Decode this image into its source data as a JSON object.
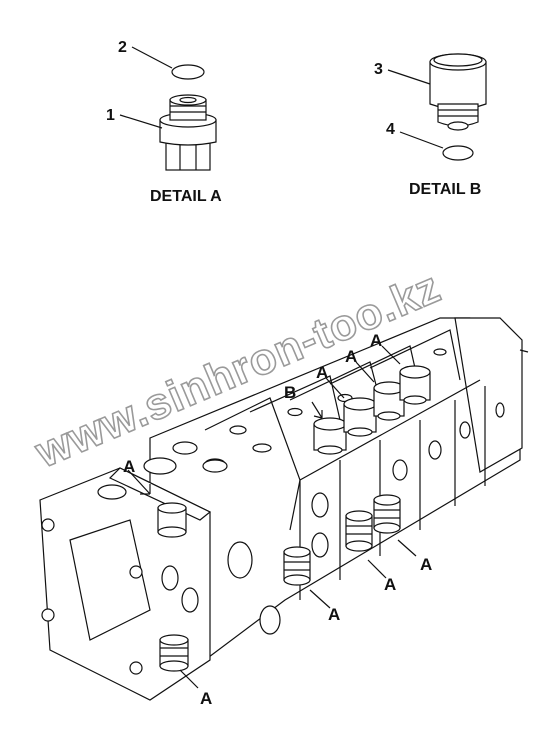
{
  "diagram": {
    "part_numbers": [
      "1",
      "2",
      "3",
      "4"
    ],
    "detail_titles": [
      "DETAIL A",
      "DETAIL B"
    ],
    "callout_a": "A",
    "callout_b": "B",
    "watermark": "www.sinhron-too.kz"
  }
}
